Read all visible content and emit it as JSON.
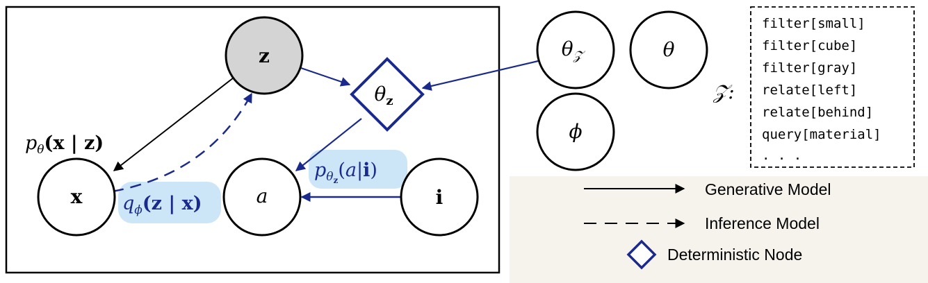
{
  "nodes": {
    "z": "z",
    "x": "x",
    "a": "a",
    "i": "i",
    "theta_z": {
      "base": "θ",
      "sub": "z"
    },
    "theta_Z": {
      "base": "θ",
      "sub": "𝒵"
    },
    "theta": "θ",
    "phi": "ϕ"
  },
  "edge_labels": {
    "p_theta": {
      "p": "p",
      "sub": "θ",
      "rest": "(x | z)"
    },
    "q_phi": {
      "q": "q",
      "sub": "ϕ",
      "rest": "(z | x)"
    },
    "p_theta_z": {
      "p": "p",
      "sub": "θ",
      "subsub": "z",
      "open": "(",
      "a": "a",
      "bar": "|",
      "i": "i",
      "close": ")"
    }
  },
  "program_set": {
    "label": "𝒵:",
    "items": [
      "filter[small]",
      "filter[cube]",
      "filter[gray]",
      "relate[left]",
      "relate[behind]",
      "query[material]",
      ". . ."
    ]
  },
  "legend": {
    "generative": "Generative Model",
    "inference": "Inference Model",
    "deterministic": "Deterministic Node"
  },
  "colors": {
    "blue": "#1a2a8c",
    "gray_fill": "#d4d4d4",
    "highlight": "#cde6f7",
    "legend_bg": "#f6f2ec"
  }
}
